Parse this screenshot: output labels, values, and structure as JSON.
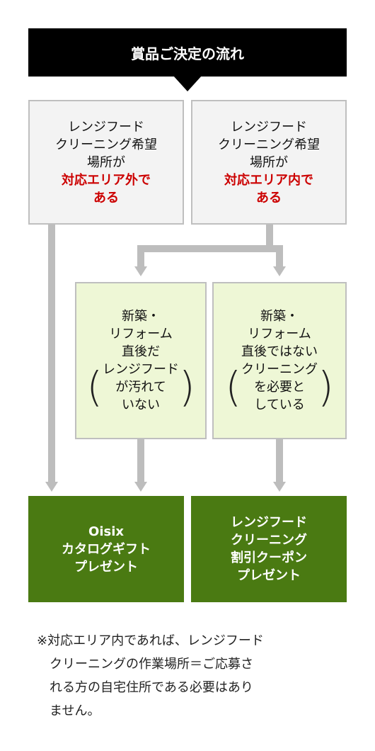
{
  "header": {
    "title": "賞品ご決定の流れ"
  },
  "conditions": {
    "outside": {
      "lines": [
        "レンジフード",
        "クリーニング希望",
        "場所が"
      ],
      "highlight": [
        "対応エリア外で",
        "ある"
      ]
    },
    "inside": {
      "lines": [
        "レンジフード",
        "クリーニング希望",
        "場所が"
      ],
      "highlight": [
        "対応エリア内で",
        "ある"
      ]
    }
  },
  "subconditions": {
    "new": {
      "lines": [
        "新築・",
        "リフォーム",
        "直後だ"
      ],
      "paren": [
        "レンジフード",
        "が汚れて",
        "いない"
      ]
    },
    "notnew": {
      "lines": [
        "新築・",
        "リフォーム",
        "直後ではない"
      ],
      "paren": [
        "クリーニング",
        "を必要と",
        "している"
      ]
    }
  },
  "results": {
    "gift": {
      "lines": [
        "Oisix",
        "カタログギフト",
        "プレゼント"
      ]
    },
    "coupon": {
      "lines": [
        "レンジフード",
        "クリーニング",
        "割引クーポン",
        "プレゼント"
      ]
    }
  },
  "note": {
    "first": "※対応エリア内であれば、レンジフード",
    "rest": [
      "クリーニングの作業場所＝ご応募さ",
      "れる方の自宅住所である必要はあり",
      "ません。"
    ]
  },
  "colors": {
    "header": "#000000",
    "highlight": "#cc0000",
    "result": "#4a7a12",
    "subbox": "#eef7d6",
    "condbox": "#f3f3f3",
    "connector": "#bdbdbd"
  }
}
